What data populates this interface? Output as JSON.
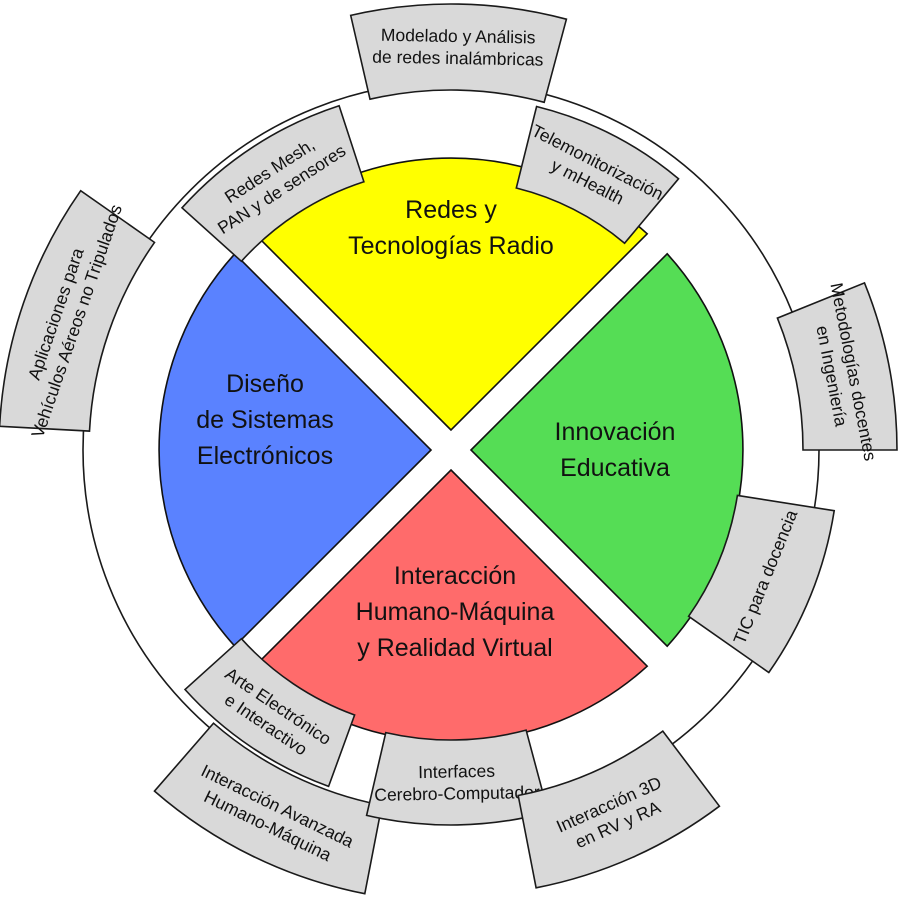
{
  "colors": {
    "redes": "#ffff00",
    "innovacion": "#55dd55",
    "interaccion": "#ff6b6b",
    "diseno": "#5a82ff",
    "tile": "#d9d9d9"
  },
  "segments": {
    "redes": [
      "Redes y",
      "Tecnologías Radio"
    ],
    "innovacion": [
      "Innovación",
      "Educativa"
    ],
    "interaccion": [
      "Interacción",
      "Humano-Máquina",
      "y Realidad Virtual"
    ],
    "diseno": [
      "Diseño",
      "de Sistemas",
      "Electrónicos"
    ]
  },
  "tiles": {
    "modelado": [
      "Modelado y Análisis",
      "de redes inalámbricas"
    ],
    "telemonitorizacion": [
      "Telemonitorización",
      "y mHealth"
    ],
    "redes_mesh": [
      "Redes Mesh,",
      "PAN y de sensores"
    ],
    "vehiculos": [
      "Aplicaciones para",
      "Vehículos Aéreos no Tripulados"
    ],
    "metodologias": [
      "Metodologías docentes",
      "en Ingeniería"
    ],
    "tic": [
      "TIC para docencia"
    ],
    "arte": [
      "Arte Electrónico",
      "e Interactivo"
    ],
    "interaccion_avanzada": [
      "Interacción Avanzada",
      "Humano-Máquina"
    ],
    "bci": [
      "Interfaces",
      "Cerebro-Computador"
    ],
    "interaccion_3d": [
      "Interacción 3D",
      "en RV y RA"
    ]
  }
}
